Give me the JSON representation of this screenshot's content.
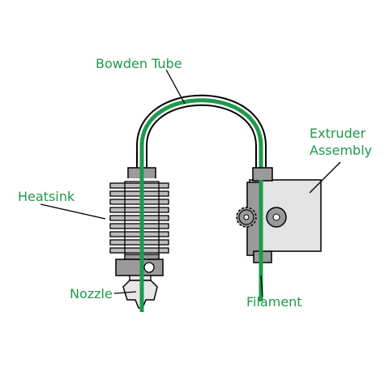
{
  "labels": {
    "bowden_tube": "Bowden Tube",
    "extruder_line1": "Extruder",
    "extruder_line2": "Assembly",
    "heatsink": "Heatsink",
    "nozzle": "Nozzle",
    "filament": "Filament"
  },
  "colors": {
    "label": "#1e9a4c",
    "filament": "#1e9a4c",
    "metal_light": "#d9d9d9",
    "metal_dark": "#9a9a9a",
    "outline": "#000000",
    "background": "#ffffff"
  }
}
